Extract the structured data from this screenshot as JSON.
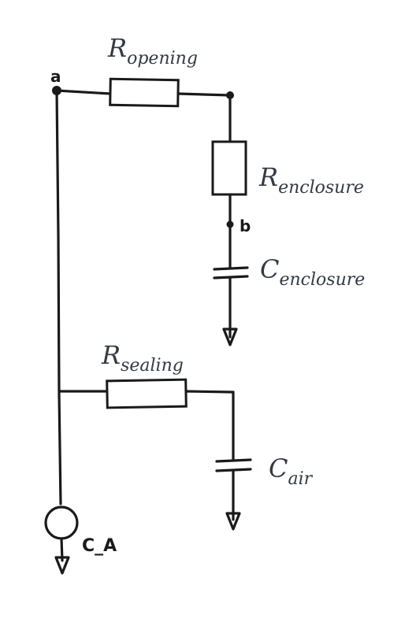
{
  "labels": {
    "r_opening": {
      "main": "R",
      "sub": "opening"
    },
    "r_enclosure": {
      "main": "R",
      "sub": "enclosure"
    },
    "c_enclosure": {
      "main": "C",
      "sub": "enclosure"
    },
    "r_sealing": {
      "main": "R",
      "sub": "sealing"
    },
    "c_air": {
      "main": "C",
      "sub": "air"
    }
  },
  "nodes": {
    "a": "a",
    "b": "b"
  },
  "source": {
    "label": "C_A"
  }
}
